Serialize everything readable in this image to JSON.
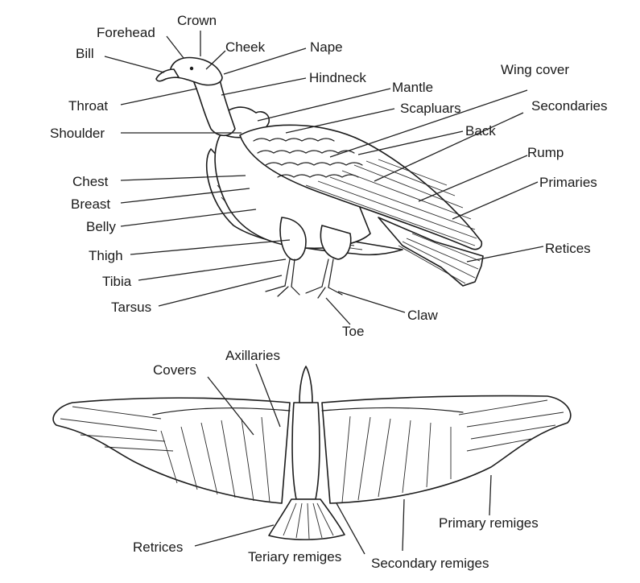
{
  "side_view_labels": {
    "crown": "Crown",
    "forehead": "Forehead",
    "cheek": "Cheek",
    "nape": "Nape",
    "bill": "Bill",
    "hindneck": "Hindneck",
    "wing_cover": "Wing cover",
    "mantle": "Mantle",
    "throat": "Throat",
    "scapulars": "Scapluars",
    "secondaries": "Secondaries",
    "shoulder": "Shoulder",
    "back": "Back",
    "rump": "Rump",
    "chest": "Chest",
    "primaries": "Primaries",
    "breast": "Breast",
    "belly": "Belly",
    "retices": "Retices",
    "thigh": "Thigh",
    "tibia": "Tibia",
    "tarsus": "Tarsus",
    "claw": "Claw",
    "toe": "Toe"
  },
  "top_view_labels": {
    "axillaries": "Axillaries",
    "covers": "Covers",
    "primary_remiges": "Primary remiges",
    "retrices": "Retrices",
    "teriary_remiges": "Teriary remiges",
    "secondary_remiges": "Secondary remiges"
  },
  "colors": {
    "ink": "#1c1c1c",
    "background": "#ffffff"
  }
}
